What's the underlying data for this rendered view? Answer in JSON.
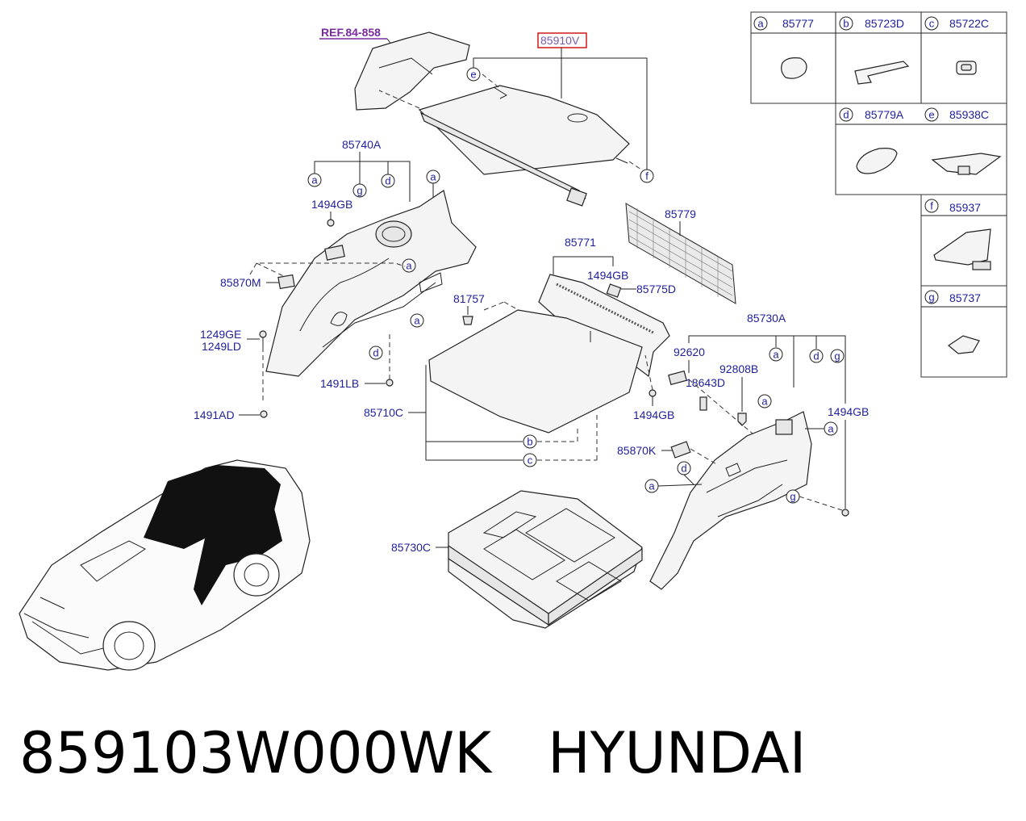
{
  "caption": {
    "part_number": "859103W000WK",
    "brand": "HYUNDAI"
  },
  "ref_label": "REF.84-858",
  "highlight_label": "85910V",
  "callout_letters": [
    "a",
    "b",
    "c",
    "d",
    "e",
    "f",
    "g"
  ],
  "labels": {
    "l85740A": "85740A",
    "l1494GB_1": "1494GB",
    "l85870M": "85870M",
    "l1249GE": "1249GE",
    "l1249LD": "1249LD",
    "l1491LB": "1491LB",
    "l1491AD": "1491AD",
    "l85779": "85779",
    "l85771": "85771",
    "l1494GB_2": "1494GB",
    "l85775D": "85775D",
    "l81757": "81757",
    "l85710C": "85710C",
    "l85730A": "85730A",
    "l92620": "92620",
    "l92808B": "92808B",
    "l18643D": "18643D",
    "l1494GB_3": "1494GB",
    "l1494GB_4": "1494GB",
    "l85870K": "85870K",
    "l85730C": "85730C"
  },
  "legend": [
    {
      "letter": "a",
      "part": "85777"
    },
    {
      "letter": "b",
      "part": "85723D"
    },
    {
      "letter": "c",
      "part": "85722C"
    },
    {
      "letter": "d",
      "part": "85779A"
    },
    {
      "letter": "e",
      "part": "85938C"
    },
    {
      "letter": "f",
      "part": "85937"
    },
    {
      "letter": "g",
      "part": "85737"
    }
  ]
}
